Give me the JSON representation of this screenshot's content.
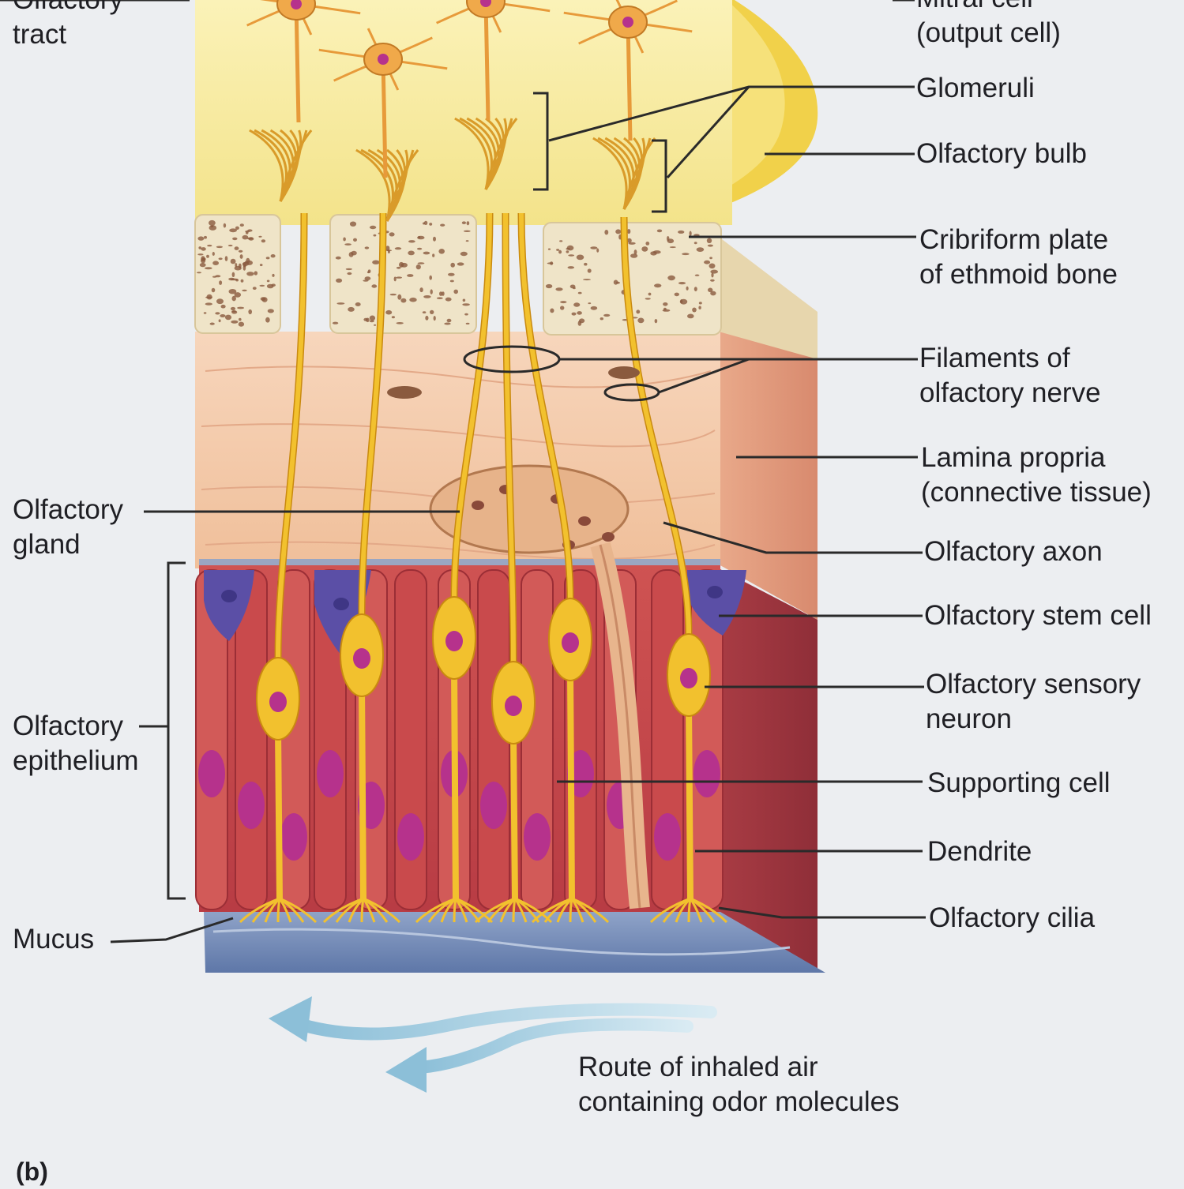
{
  "figure_tag": "(b)",
  "labels": {
    "olfactory_tract": "Olfactory tract",
    "mitral_cell": "Mitral cell (output cell)",
    "glomeruli": "Glomeruli",
    "olfactory_bulb": "Olfactory bulb",
    "cribriform_plate": "Cribriform plate of ethmoid bone",
    "filaments": "Filaments of olfactory nerve",
    "lamina_propria": "Lamina propria (connective tissue)",
    "olfactory_gland": "Olfactory gland",
    "olfactory_axon": "Olfactory axon",
    "stem_cell": "Olfactory stem cell",
    "sensory_neuron": "Olfactory sensory neuron",
    "epithelium": "Olfactory epithelium",
    "supporting_cell": "Supporting cell",
    "dendrite": "Dendrite",
    "mucus": "Mucus",
    "cilia": "Olfactory cilia",
    "airflow": "Route of inhaled air containing odor molecules"
  },
  "lines": {
    "olfactory_tract": [
      "Olfactory",
      "tract"
    ],
    "mitral_cell": [
      "Mitral cell",
      "(output cell)"
    ],
    "cribriform_plate": [
      "Cribriform plate",
      "of ethmoid bone"
    ],
    "filaments": [
      "Filaments of",
      "olfactory nerve"
    ],
    "lamina_propria": [
      "Lamina propria",
      "(connective tissue)"
    ],
    "olfactory_gland": [
      "Olfactory",
      "gland"
    ],
    "sensory_neuron": [
      "Olfactory sensory",
      "neuron"
    ],
    "epithelium": [
      "Olfactory",
      "epithelium"
    ],
    "airflow": [
      "Route of inhaled air",
      "containing odor molecules"
    ]
  },
  "colors": {
    "background": "#eceef1",
    "bulb": "#f6ea9a",
    "bulb_outer": "#f0d64e",
    "neuron": "#f2c12e",
    "neuron_edge": "#c98a10",
    "mitral": "#e79a3a",
    "bone": "#efe4c8",
    "bone_speckle": "#8a5a3e",
    "lamina": "#f3c6a6",
    "supporting": "#c8494a",
    "supporting_dark": "#9b2e36",
    "nucleus": "#b6328c",
    "stem": "#5b4fa6",
    "mucus": "#6f86b4",
    "air_arrow": "#9cc7dc",
    "leader": "#2a2a2a"
  }
}
